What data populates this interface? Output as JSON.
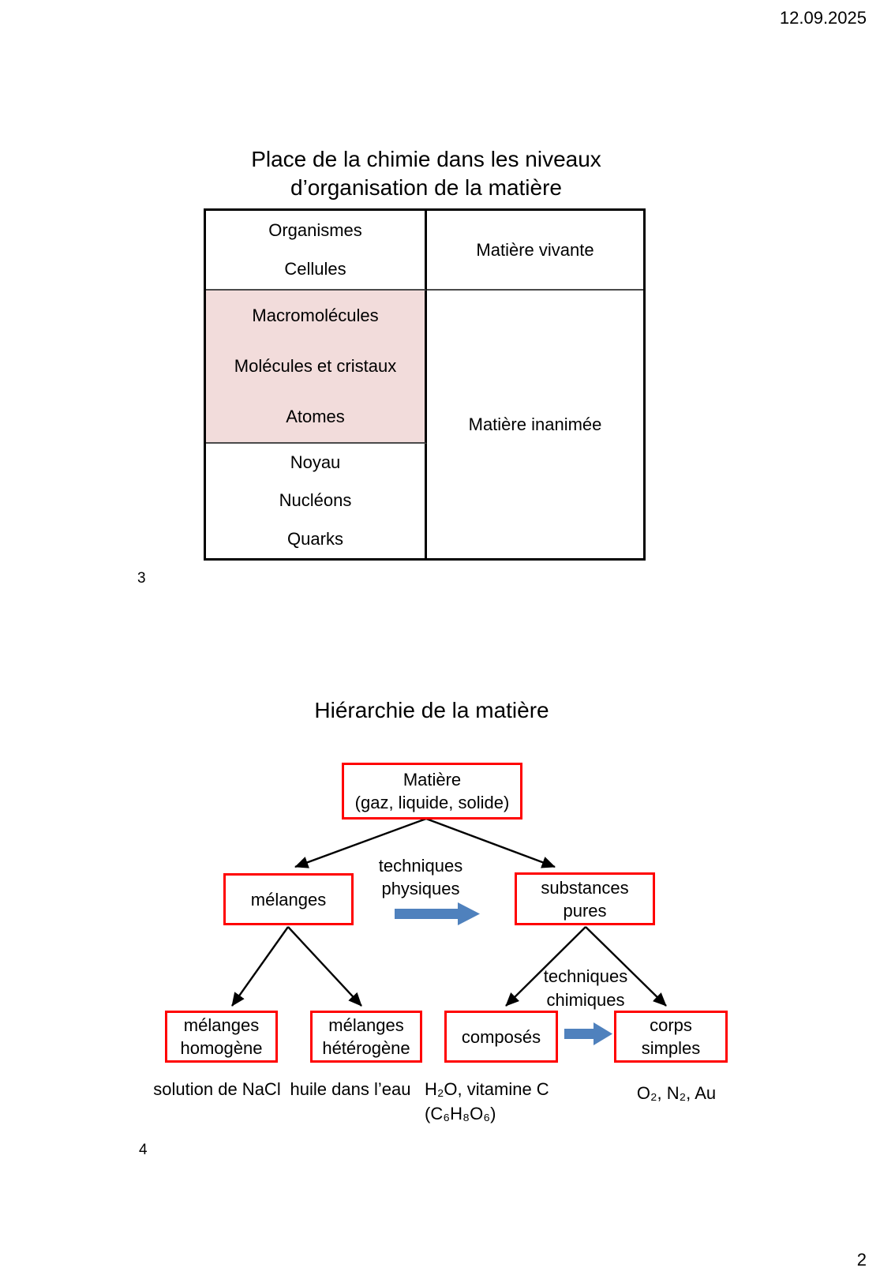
{
  "page": {
    "date": "12.09.2025",
    "page_number": "2"
  },
  "slide3": {
    "number": "3",
    "title_line1": "Place de la chimie dans les niveaux",
    "title_line2": "d’organisation de la matière",
    "table": {
      "left_top": [
        "Organismes",
        "Cellules"
      ],
      "left_middle": [
        "Macromolécules",
        "Molécules et cristaux",
        "Atomes"
      ],
      "left_bottom": [
        "Noyau",
        "Nucléons",
        "Quarks"
      ],
      "right_top": "Matière vivante",
      "right_bottom": "Matière inanimée",
      "highlight_color": "#f2dcdb"
    }
  },
  "slide4": {
    "number": "4",
    "title": "Hiérarchie de la matière",
    "boxes": {
      "matiere_line1": "Matière",
      "matiere_line2": "(gaz, liquide, solide)",
      "melanges": "mélanges",
      "substances_line1": "substances",
      "substances_line2": "pures",
      "homogene_line1": "mélanges",
      "homogene_line2": "homogène",
      "heterogene_line1": "mélanges",
      "heterogene_line2": "hétérogène",
      "composes": "composés",
      "corps_line1": "corps",
      "corps_line2": "simples"
    },
    "labels": {
      "physiques_line1": "techniques",
      "physiques_line2": "physiques",
      "chimiques_line1": "techniques",
      "chimiques_line2": "chimiques"
    },
    "examples": {
      "homogene": "solution de NaCl",
      "heterogene": "huile dans l’eau",
      "composes_line1": "H₂O, vitamine C",
      "composes_line2": "(C₆H₈O₆)",
      "corps": "O₂, N₂, Au"
    },
    "colors": {
      "box_border": "#ff0000",
      "blue_arrow": "#4f81bd",
      "black_arrow": "#000000",
      "table_highlight": "#f2dcdb"
    }
  }
}
